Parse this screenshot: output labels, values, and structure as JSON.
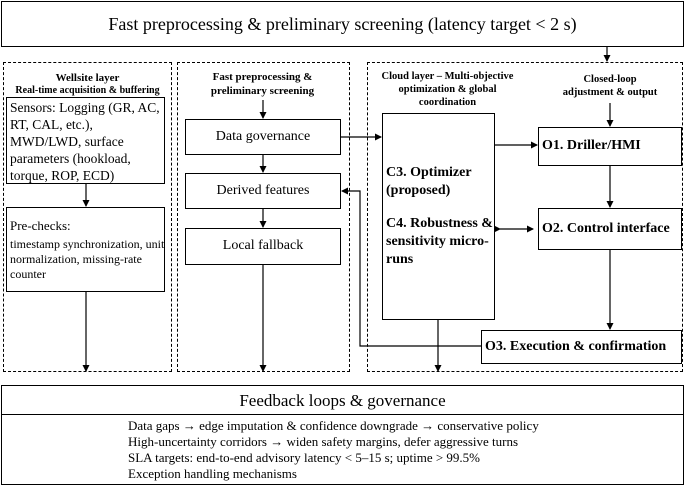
{
  "top_header": {
    "title": "Fast preprocessing & preliminary screening (latency target < 2 s)"
  },
  "wellsite": {
    "title": "Wellsite layer",
    "subtitle": "Real-time acquisition & buffering",
    "sensors_text": "Sensors: Logging (GR, AC, RT, CAL, etc.), MWD/LWD, surface parameters (hookload, torque, ROP, ECD)",
    "prechecks_title": "Pre-checks:",
    "prechecks_text": "timestamp synchronization, unit normalization, missing-rate counter"
  },
  "fast": {
    "title": "Fast preprocessing & preliminary screening",
    "boxes": [
      "Data governance",
      "Derived features",
      "Local fallback"
    ]
  },
  "cloud": {
    "title": "Cloud layer – Multi-objective optimization & global coordination",
    "c3": "C3. Optimizer (proposed)",
    "c4": "C4. Robustness & sensitivity micro-runs"
  },
  "closed_loop": {
    "title": "Closed-loop adjustment & output",
    "o1": "O1. Driller/HMI",
    "o2": "O2. Control interface",
    "o3": "O3. Execution & confirmation"
  },
  "feedback": {
    "title": "Feedback loops & governance",
    "lines": [
      "Data gaps → edge imputation & confidence downgrade → conservative policy",
      "High-uncertainty corridors → widen safety margins, defer aggressive turns",
      "SLA targets: end-to-end advisory latency < 5–15 s; uptime > 99.5%",
      "Exception handling mechanisms"
    ]
  }
}
